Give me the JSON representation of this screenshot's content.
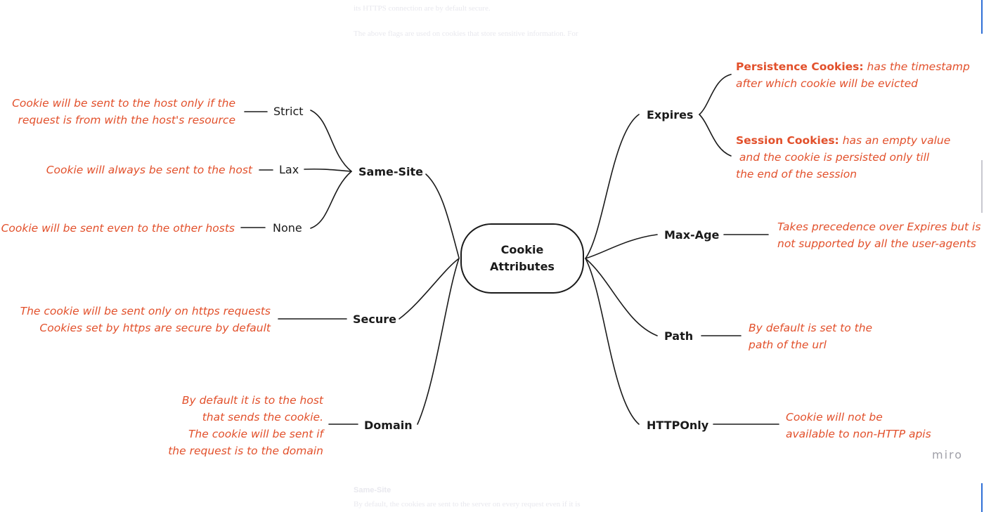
{
  "background_text": {
    "line1": "its HTTPS connection are by default secure.",
    "line2": "The above flags are used on cookies that store sensitive information. For",
    "line3": "Same-Site",
    "line4": "By default, the cookies are sent to the server on every request even if it is"
  },
  "center": {
    "line1": "Cookie",
    "line2": "Attributes"
  },
  "branches": {
    "same_site": {
      "label": "Same-Site",
      "options": {
        "strict": {
          "label": "Strict",
          "note": [
            "Cookie will be sent to the host only if the",
            "request is from with the host's resource"
          ]
        },
        "lax": {
          "label": "Lax",
          "note": [
            "Cookie will always be sent to the host"
          ]
        },
        "none": {
          "label": "None",
          "note": [
            "Cookie will be sent even to the other hosts"
          ]
        }
      }
    },
    "secure": {
      "label": "Secure",
      "note": [
        "The cookie will be sent only on https requests",
        "Cookies set by https are secure by default"
      ]
    },
    "domain": {
      "label": "Domain",
      "note": [
        "By default it  is to the host",
        "that sends the cookie.",
        "The cookie will be sent if",
        "the  request is to the domain"
      ]
    },
    "expires": {
      "label": "Expires",
      "persistence": {
        "title": "Persistence Cookies:",
        "text1": "has the timestamp",
        "text2": "after which cookie will be evicted"
      },
      "session": {
        "title": "Session Cookies:",
        "text1": "has an empty value",
        "text2": " and the cookie is persisted only till",
        "text3": "the end of the session"
      }
    },
    "max_age": {
      "label": "Max-Age",
      "note": [
        "Takes precedence over Expires but is",
        "not supported by all the user-agents"
      ]
    },
    "path": {
      "label": "Path",
      "note": [
        "By default is set to the",
        "path of the url"
      ]
    },
    "http_only": {
      "label": "HTTPOnly",
      "note": [
        "Cookie will not be",
        "available to non-HTTP apis"
      ]
    }
  },
  "brand": "miro",
  "colors": {
    "note": "#e2502b",
    "line": "#1a1a1a",
    "accent": "#2f6fd6",
    "brand": "#a0a0a8"
  }
}
